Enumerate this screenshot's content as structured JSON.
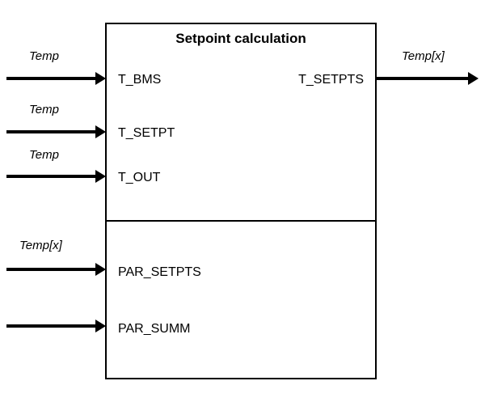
{
  "block": {
    "title": "Setpoint calculation",
    "inputs": [
      {
        "port": "T_BMS",
        "signal": "Temp"
      },
      {
        "port": "T_SETPT",
        "signal": "Temp"
      },
      {
        "port": "T_OUT",
        "signal": "Temp"
      },
      {
        "port": "PAR_SETPTS",
        "signal": "Temp[x]"
      },
      {
        "port": "PAR_SUMM",
        "signal": ""
      }
    ],
    "outputs": [
      {
        "port": "T_SETPTS",
        "signal": "Temp[x]"
      }
    ]
  },
  "colors": {
    "line": "#000000",
    "background": "#ffffff"
  }
}
